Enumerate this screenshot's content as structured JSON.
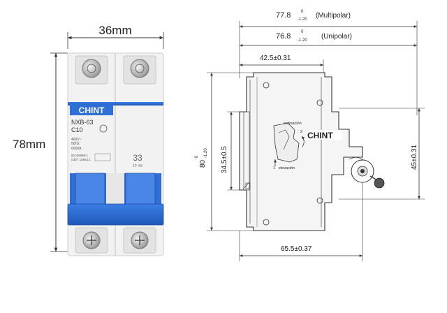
{
  "front_view": {
    "width_label": "36mm",
    "height_label": "78mm",
    "brand": "CHINT",
    "model": "NXB-63",
    "rating": "C10",
    "spec_line1": "400V~",
    "spec_line2": "50Hz",
    "spec_line3": "6000A",
    "spec_line4": "IEC60898-1",
    "spec_line5": "GB/T 10963.1",
    "sticker_text": "33",
    "sticker_sub": "1P 4/5"
  },
  "side_view": {
    "dim_multipolar_value": "77.8",
    "dim_multipolar_tol_upper": "0",
    "dim_multipolar_tol_lower": "-1.20",
    "dim_multipolar_note": "(Multipolar)",
    "dim_unipolar_value": "76.8",
    "dim_unipolar_tol_upper": "0",
    "dim_unipolar_tol_lower": "-1.20",
    "dim_unipolar_note": "(Unipolar)",
    "dim_top_offset": "42.5±0.31",
    "dim_height_value": "80",
    "dim_height_tol_upper": "0",
    "dim_height_tol_lower": "-1.20",
    "dim_rail_height": "34.5±0.5",
    "dim_right_height": "45±0.31",
    "dim_bottom_width": "65.5±0.37",
    "label_inclination": "inclinación",
    "label_elevation": "elevación",
    "label_step1": "1",
    "label_step2": "2",
    "brand": "CHINT"
  },
  "colors": {
    "breaker_blue": "#2f6fd6",
    "line": "#333333",
    "body_gray": "#e9e9e9"
  }
}
